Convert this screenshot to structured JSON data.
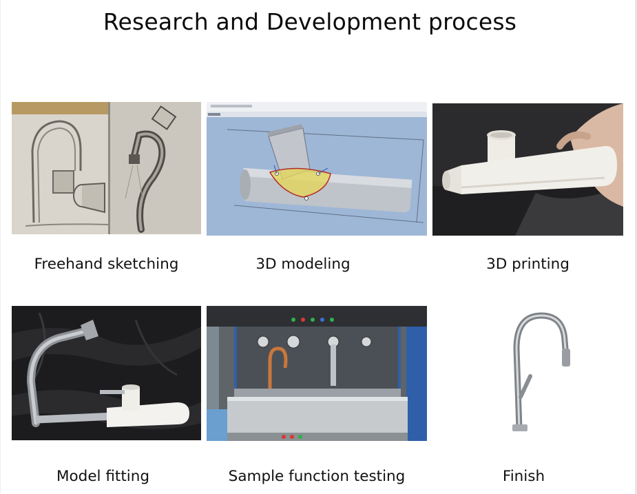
{
  "page": {
    "title": "Research and Development process"
  },
  "steps": [
    {
      "caption": "Freehand sketching",
      "image_icon": "sketch-photo"
    },
    {
      "caption": "3D modeling",
      "image_icon": "cad-screenshot"
    },
    {
      "caption": "3D printing",
      "image_icon": "printed-part-photo"
    },
    {
      "caption": "Model fitting",
      "image_icon": "prototype-faucet-photo"
    },
    {
      "caption": "Sample function testing",
      "image_icon": "test-rig-photo"
    },
    {
      "caption": "Finish",
      "image_icon": "finished-faucet-photo"
    }
  ],
  "colors": {
    "text": "#111111",
    "background": "#ffffff",
    "chrome": "#b9bcc0",
    "cad_bg": "#9fb7d6",
    "print_white": "#f1efe9",
    "test_blue": "#2f5fa8"
  }
}
